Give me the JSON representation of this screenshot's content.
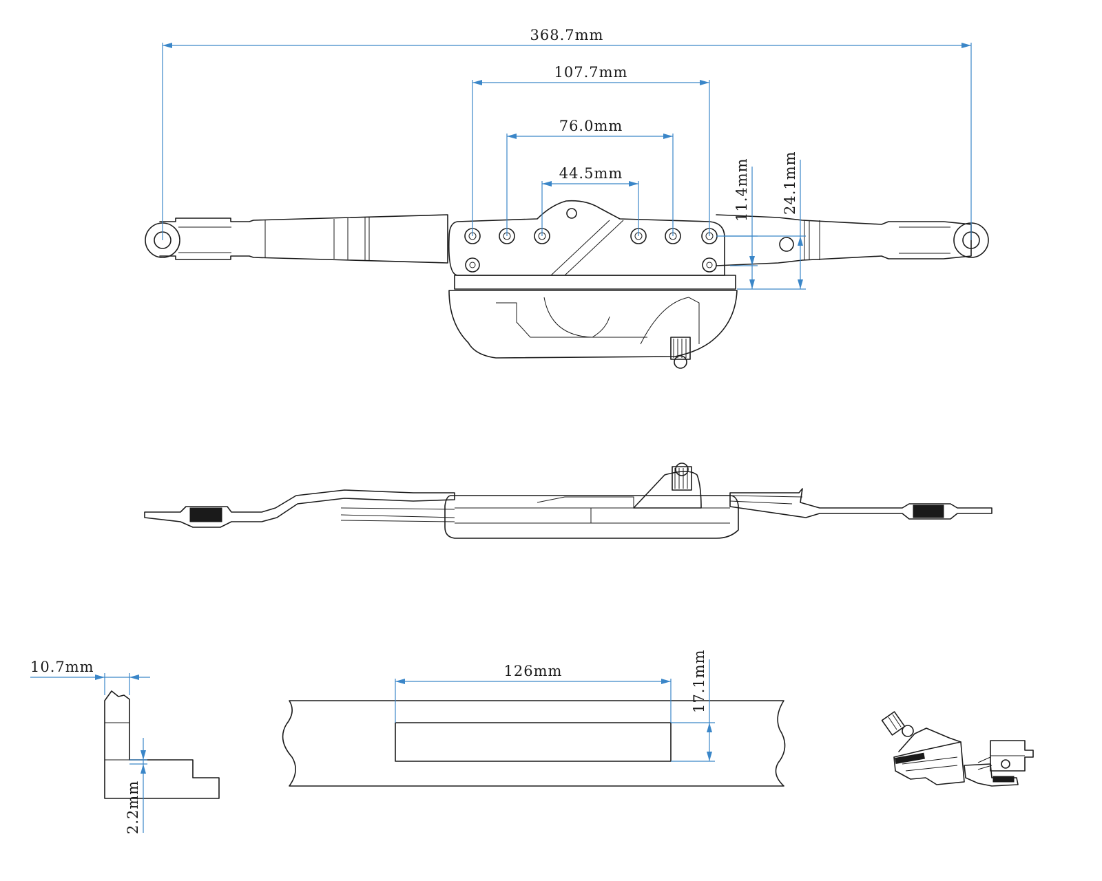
{
  "drawing": {
    "dimensions": {
      "overall_length": "368.7mm",
      "outer_hole_spacing": "107.7mm",
      "middle_hole_spacing": "76.0mm",
      "inner_hole_spacing": "44.5mm",
      "hole_row_offset": "11.4mm",
      "body_depth": "24.1mm",
      "rebate_width": "10.7mm",
      "rebate_step": "2.2mm",
      "cutout_length": "126mm",
      "cutout_height": "17.1mm"
    },
    "colors": {
      "dimension_line": "#3a86c8",
      "part_outline": "#1a1a1a",
      "background": "#ffffff"
    }
  }
}
